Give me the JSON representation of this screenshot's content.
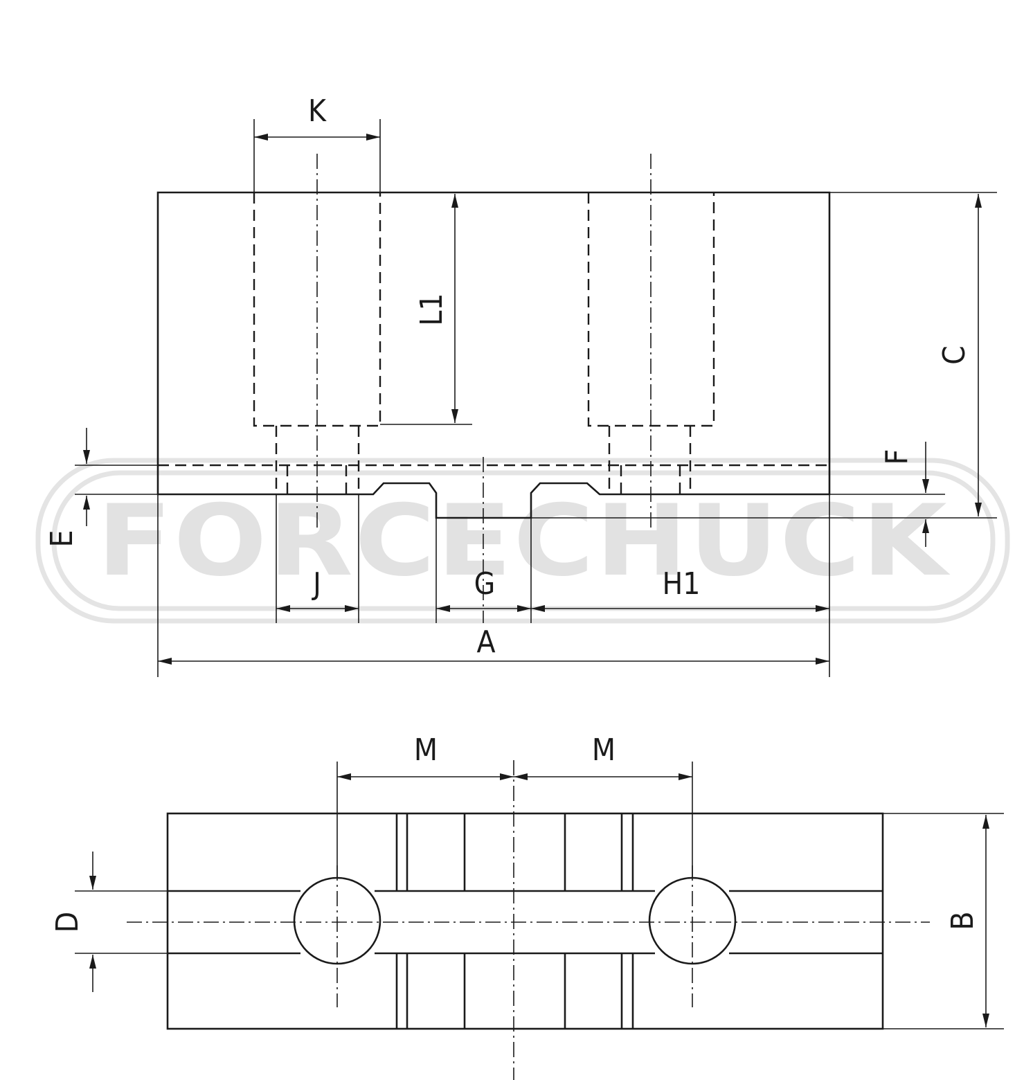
{
  "watermark": {
    "text": "FORCECHUCK",
    "color": "#e2e2e2"
  },
  "side_view": {
    "labels": {
      "K": "K",
      "L1": "L1",
      "C": "C",
      "F": "F",
      "E": "E",
      "J": "J",
      "G": "G",
      "H1": "H1",
      "A": "A"
    }
  },
  "top_view": {
    "labels": {
      "M_left": "M",
      "M_right": "M",
      "D": "D",
      "B": "B"
    }
  },
  "colors": {
    "line": "#1a1a1a",
    "background": "#ffffff"
  }
}
